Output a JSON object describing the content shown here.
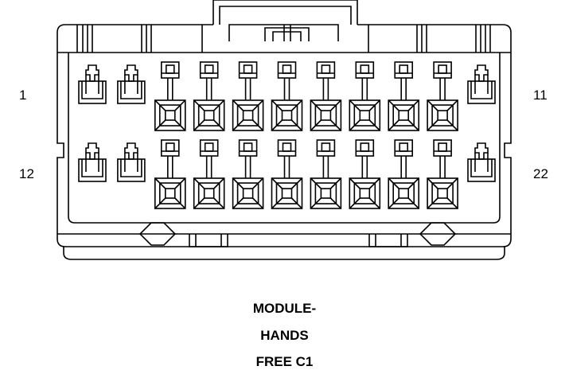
{
  "pin_labels": {
    "top_left": "1",
    "top_right": "11",
    "bottom_left": "12",
    "bottom_right": "22"
  },
  "caption": {
    "line1": "MODULE-",
    "line2": "HANDS",
    "line3": "FREE C1"
  },
  "connector": {
    "rows": 2,
    "pins_per_row": 11,
    "stroke_color": "#000000"
  }
}
